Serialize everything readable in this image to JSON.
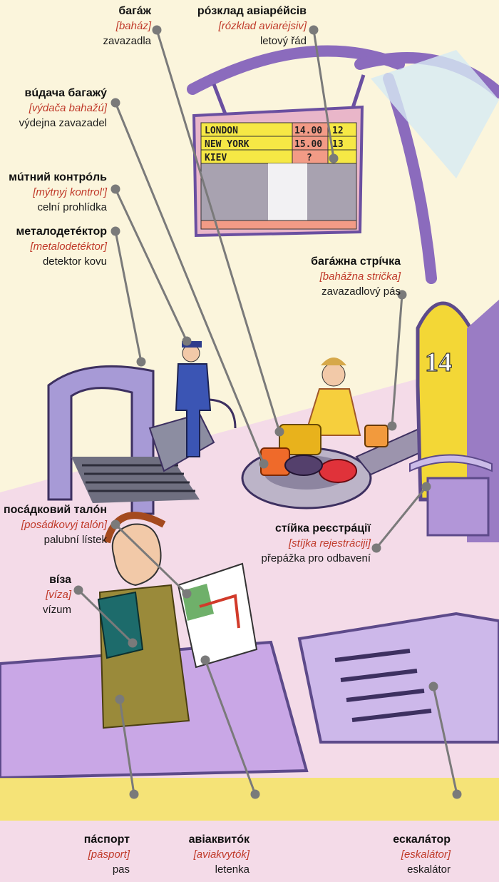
{
  "labels": {
    "bagazh": {
      "word": "багáж",
      "translit": "[baház]",
      "translation": "zavazadla"
    },
    "rozklad": {
      "word": "рóзклад авіарéйсів",
      "translit": "[rózklad aviarėjsiv]",
      "translation": "letový řád"
    },
    "vydacha": {
      "word": "вúдача багажý",
      "translit": "[výdača bahažú]",
      "translation": "výdejna zavazadel"
    },
    "mytnyj": {
      "word": "мúтний контрóль",
      "translit": "[mýtnyj kontrol']",
      "translation": "celní prohlídka"
    },
    "metalodetektor": {
      "word": "металодетéктор",
      "translit": "[metalodetéktor]",
      "translation": "detektor kovu"
    },
    "bahazhna": {
      "word": "багáжна стрíчка",
      "translit": "[bahážna strička]",
      "translation": "zavazadlový pás"
    },
    "stijka": {
      "word": "стíйка реєстрáції",
      "translit": "[stíjka rejestráciji]",
      "translation": "přepážka pro odbavení"
    },
    "posadkovyj": {
      "word": "посáдковий талóн",
      "translit": "[posádkovyj talón]",
      "translation": "palubní lístek"
    },
    "viza": {
      "word": "вíза",
      "translit": "[víza]",
      "translation": "vízum"
    },
    "pasport": {
      "word": "пáспорт",
      "translit": "[pásport]",
      "translation": "pas"
    },
    "aviakvytok": {
      "word": "авіаквитóк",
      "translit": "[aviakvytók]",
      "translation": "letenka"
    },
    "eskalator": {
      "word": "ескалáтор",
      "translit": "[eskalátor]",
      "translation": "eskalátor"
    }
  },
  "departure_board": {
    "rows": [
      {
        "city": "LONDON",
        "time": "14.00",
        "gate": "12"
      },
      {
        "city": "NEW YORK",
        "time": "15.00",
        "gate": "13"
      },
      {
        "city": "KIEV",
        "time": "?",
        "gate": ""
      }
    ]
  },
  "counter_sign": "14",
  "colors": {
    "background": "#fbf5dc",
    "floor": "#f4dbe8",
    "purple": "#9a7cc4",
    "board_yellow": "#f6e845",
    "translit_red": "#c03a2a"
  }
}
